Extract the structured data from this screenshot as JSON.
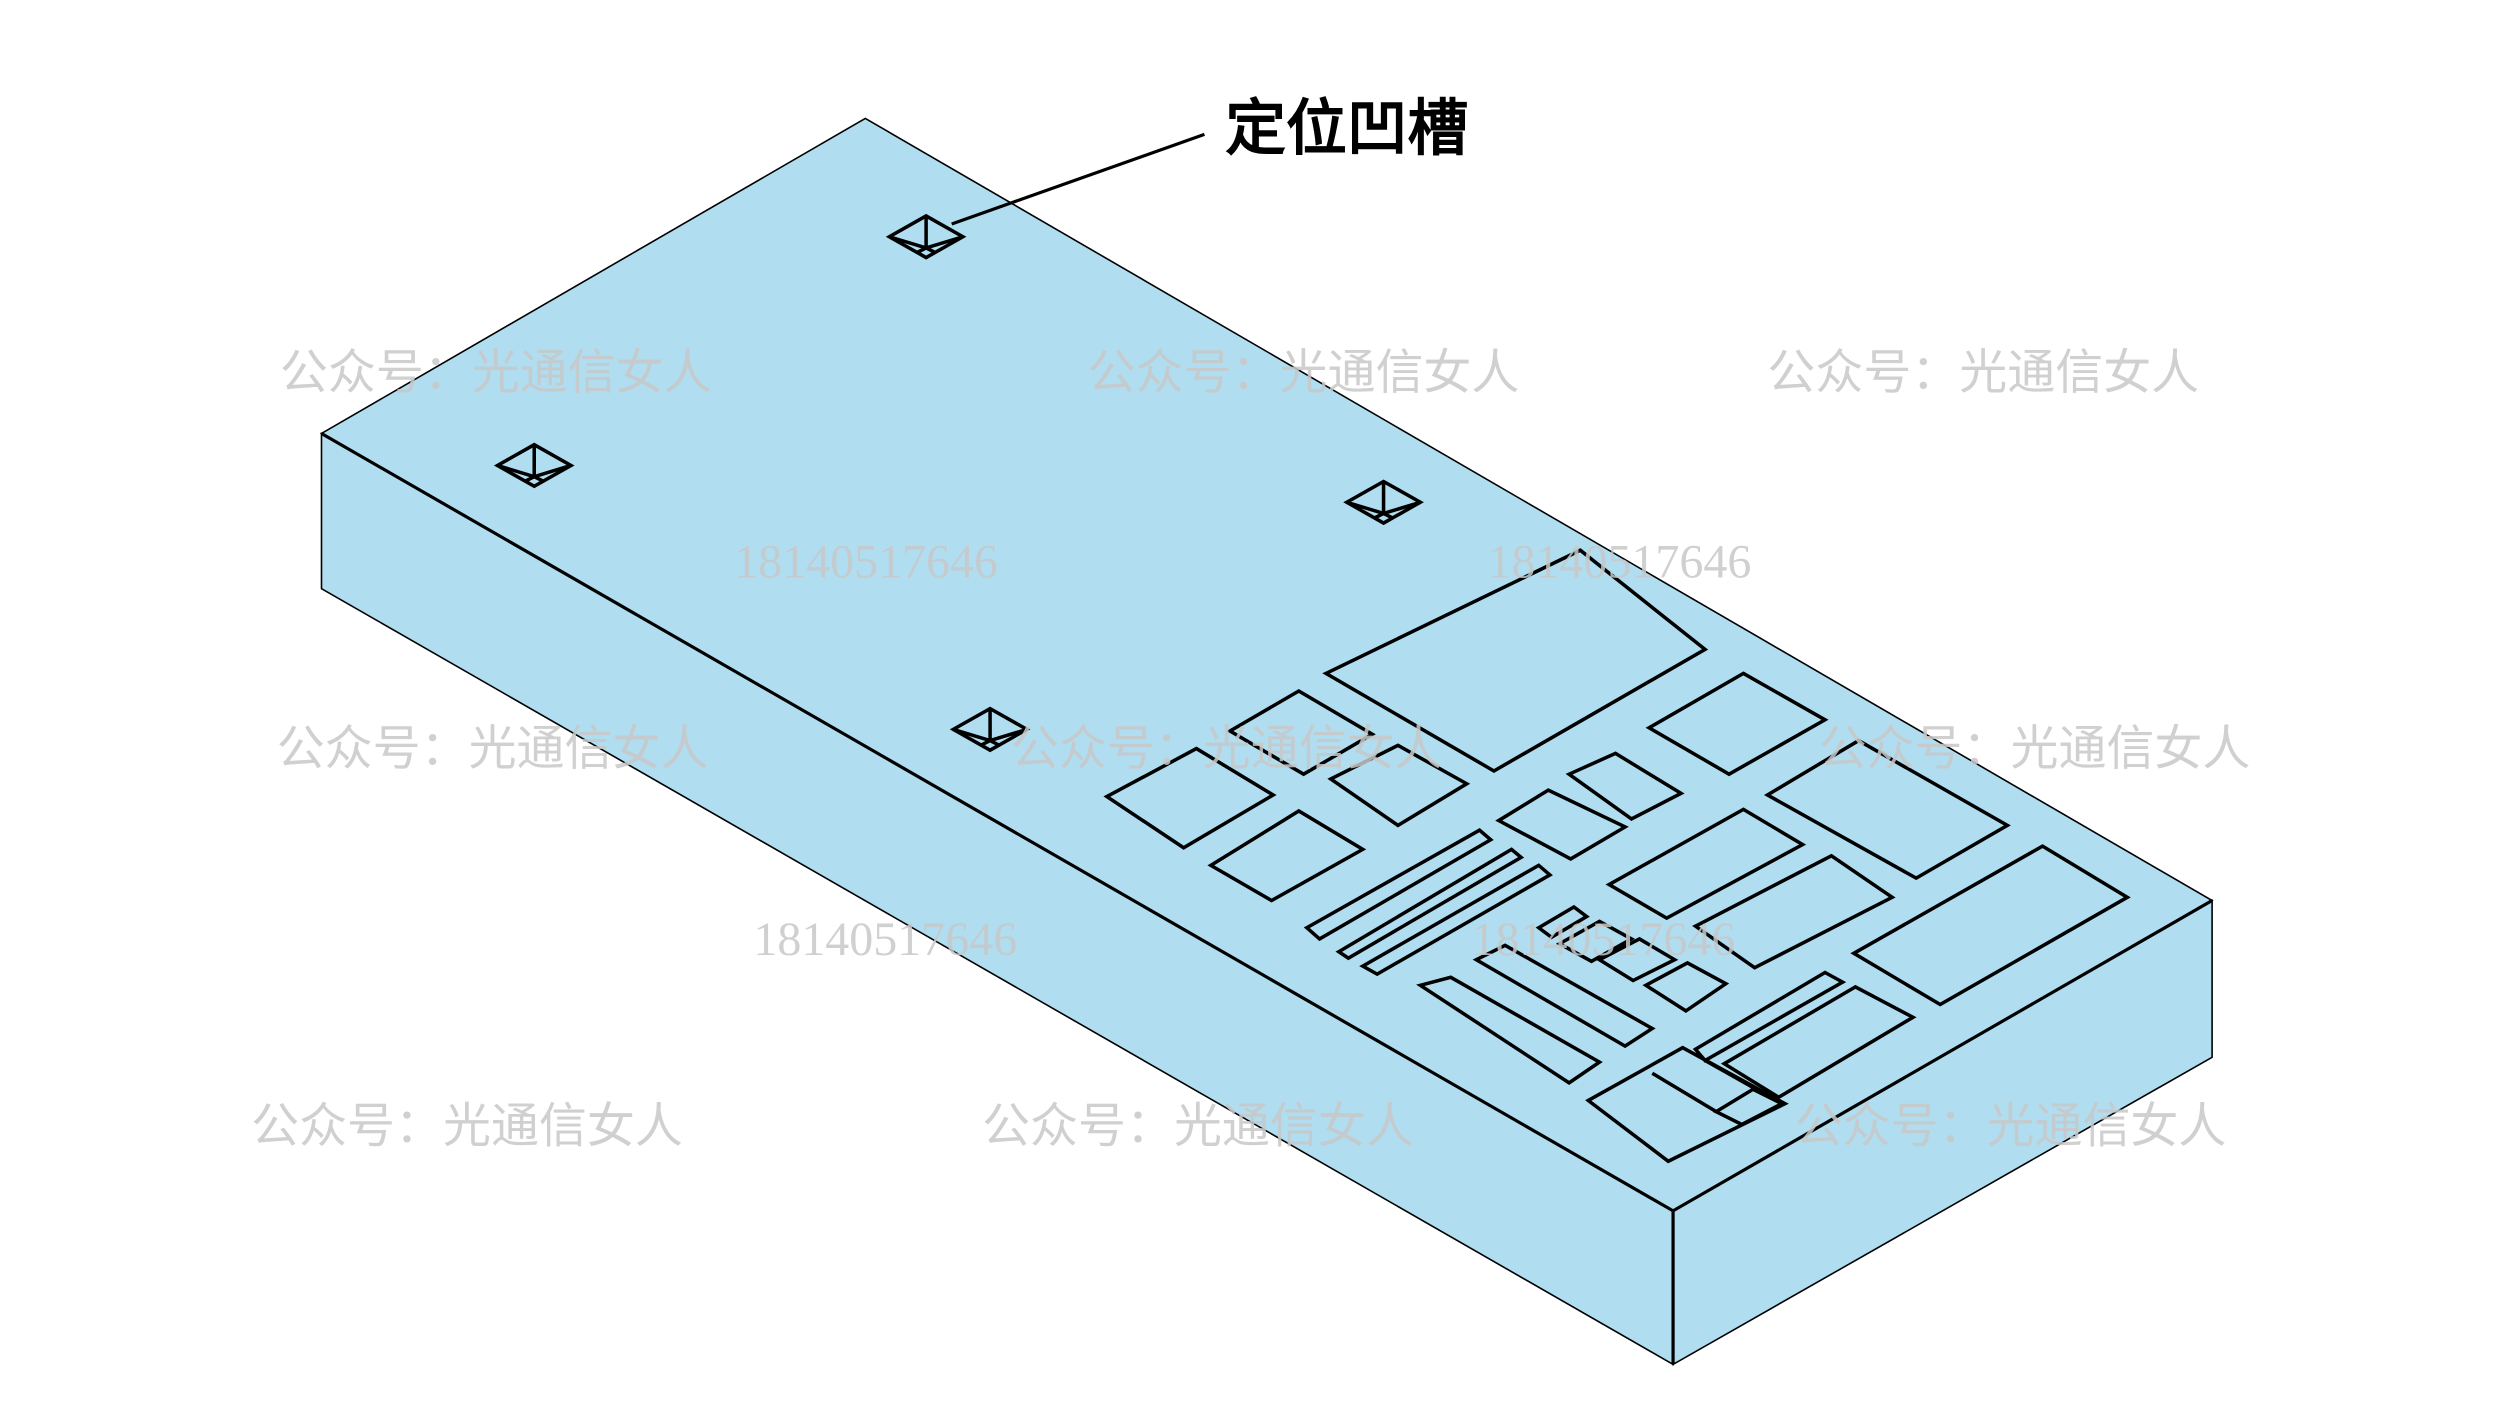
{
  "annotation": {
    "label": "定位凹槽"
  },
  "watermarks": {
    "account": "公众号：光通信女人",
    "phone": "18140517646"
  },
  "colors": {
    "block_fill": "#b0def0",
    "outline": "#000000",
    "watermark": "#c8c8c8"
  }
}
